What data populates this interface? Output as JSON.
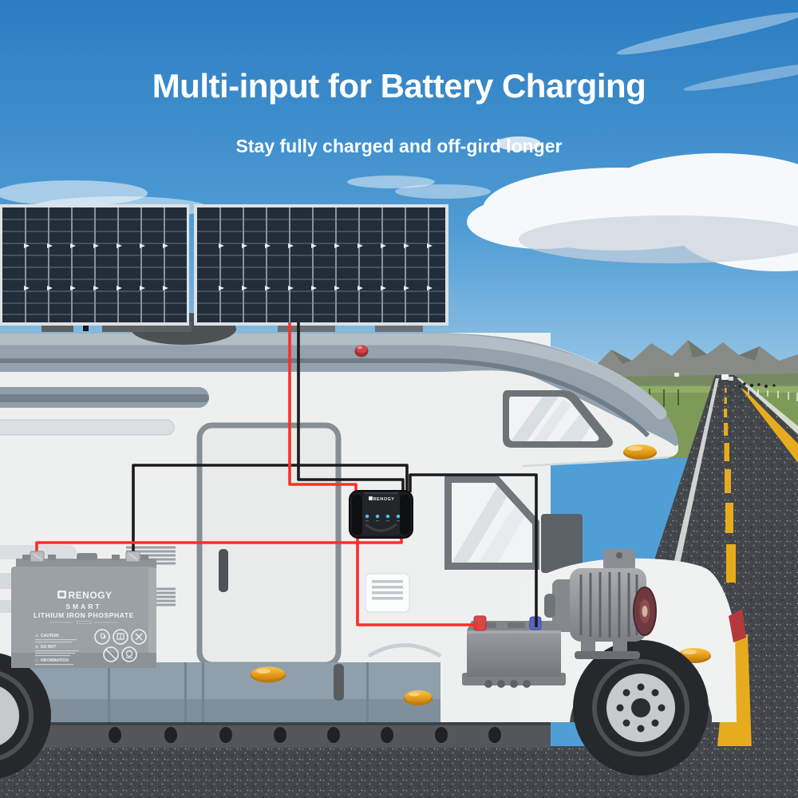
{
  "header": {
    "title": "Multi-input for Battery Charging",
    "subtitle": "Stay fully charged and off-gird longer"
  },
  "charger": {
    "brand": "RENOGY",
    "led_count": 4
  },
  "lithium_battery": {
    "brand": "RENOGY",
    "model_line1": "SMART",
    "model_line2": "LITHIUM IRON PHOSPHATE",
    "label_caution": "CAUTION",
    "label_do_not": "DO NOT",
    "label_information": "INFORMATION",
    "caution_glyph": "⚠",
    "do_not_glyph": "⊘",
    "information_glyph": "ⓘ"
  },
  "scene": {
    "solar_panel_count": 2
  },
  "colors": {
    "sky_top": "#2b7cc2",
    "sky_horizon": "#a9d1ec",
    "title_text": "#ffffff",
    "rv_body": "#eef0f0",
    "band_slate": "#93a2ad",
    "wire_positive_red": "#fe2e28",
    "wire_negative_black": "#1b1b1d",
    "road_marking_yellow": "#e7ac1e",
    "marker_light_amber": "#e9a31f",
    "led_blue": "#45bdf0"
  }
}
